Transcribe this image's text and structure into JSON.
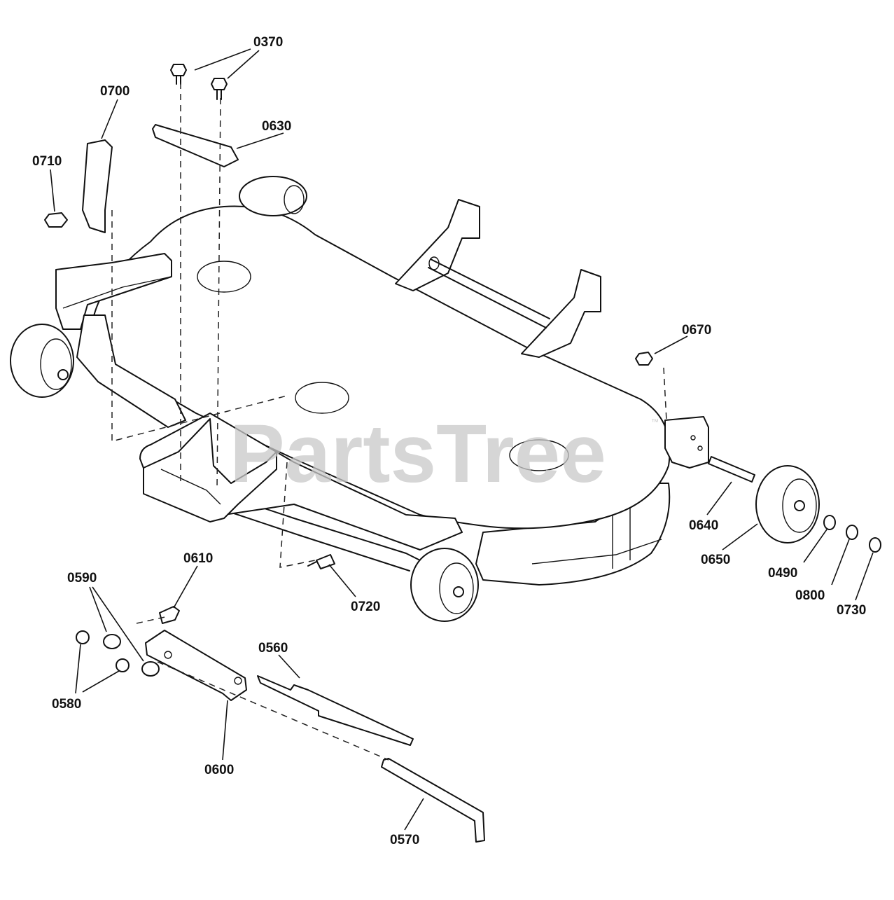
{
  "watermark": {
    "text": "PartsTree",
    "mark": "™"
  },
  "callouts": [
    {
      "id": "0370",
      "label": "0370"
    },
    {
      "id": "0700",
      "label": "0700"
    },
    {
      "id": "0630",
      "label": "0630"
    },
    {
      "id": "0710",
      "label": "0710"
    },
    {
      "id": "0670",
      "label": "0670"
    },
    {
      "id": "0640",
      "label": "0640"
    },
    {
      "id": "0650",
      "label": "0650"
    },
    {
      "id": "0490",
      "label": "0490"
    },
    {
      "id": "0800",
      "label": "0800"
    },
    {
      "id": "0730",
      "label": "0730"
    },
    {
      "id": "0610",
      "label": "0610"
    },
    {
      "id": "0590",
      "label": "0590"
    },
    {
      "id": "0720",
      "label": "0720"
    },
    {
      "id": "0560",
      "label": "0560"
    },
    {
      "id": "0580",
      "label": "0580"
    },
    {
      "id": "0600",
      "label": "0600"
    },
    {
      "id": "0570",
      "label": "0570"
    }
  ]
}
